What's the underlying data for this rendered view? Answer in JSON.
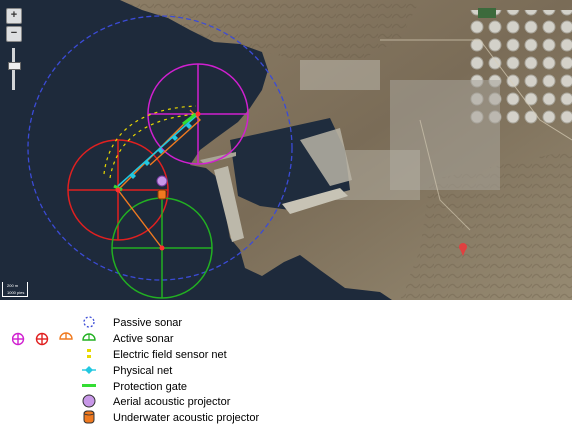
{
  "map": {
    "scale_metric": "200 m",
    "scale_imperial": "1000 pies",
    "sea_color": "#1e2a3b",
    "land_color": "#8a7a62"
  },
  "zoom": {
    "plus": "+",
    "minus": "−"
  },
  "legend": {
    "items": [
      {
        "label": "Passive sonar",
        "icon": "dashed-circle-icon",
        "color": "#3b4bd6"
      },
      {
        "label": "Active sonar",
        "icon": "half-circle-icon",
        "color": "#22b022"
      },
      {
        "label": "Electric field sensor net",
        "icon": "sensor-dots-icon",
        "color": "#e8d800"
      },
      {
        "label": "Physical net",
        "icon": "diamond-line-icon",
        "color": "#22c8e0"
      },
      {
        "label": "Protection gate",
        "icon": "gate-bar-icon",
        "color": "#33dd33"
      },
      {
        "label": "Aerial acoustic projector",
        "icon": "circle-icon",
        "color": "#c898e8"
      },
      {
        "label": "Underwater acoustic projector",
        "icon": "cylinder-icon",
        "color": "#f07a20"
      }
    ],
    "sensor_colors": [
      "#d020d0",
      "#e02020",
      "#f07a20"
    ]
  }
}
